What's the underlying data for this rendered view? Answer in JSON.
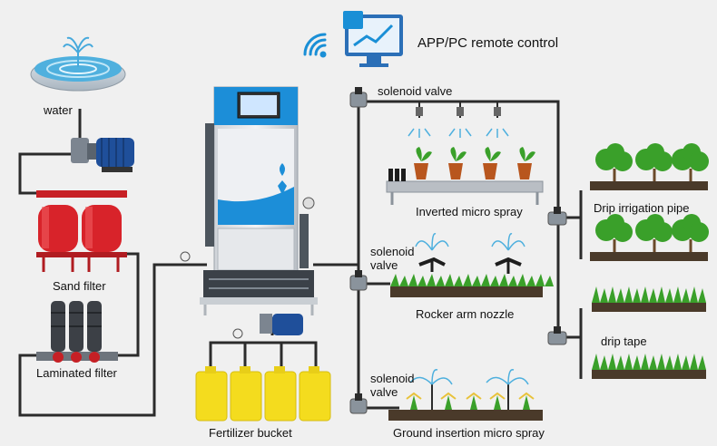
{
  "labels": {
    "app_control": "APP/PC remote control",
    "water": "water",
    "sand_filter": "Sand filter",
    "laminated_filter": "Laminated filter",
    "fertilizer_bucket": "Fertilizer bucket",
    "solenoid_valve_top": "solenoid valve",
    "solenoid_valve_mid": "solenoid valve",
    "solenoid_valve_bottom": "solenoid valve",
    "inverted_micro_spray": "Inverted micro spray",
    "rocker_arm_nozzle": "Rocker arm nozzle",
    "ground_insertion_micro_spray": "Ground insertion micro spray",
    "drip_irrigation_pipe": "Drip irrigation pipe",
    "drip_tape": "drip tape"
  },
  "colors": {
    "pipe": "#2b2b2b",
    "accent_blue": "#1a8fd6",
    "sand_filter_red": "#d8232a",
    "bucket_yellow": "#f4dc1e",
    "pump_blue": "#1f4f9a",
    "plant_green": "#3aa02a"
  },
  "icons": [
    "fountain-icon",
    "wifi-icon",
    "monitor-chart-icon",
    "pump-icon",
    "sand-filter-icon",
    "laminated-filter-icon",
    "controller-cabinet-icon",
    "fertilizer-bucket-icon",
    "solenoid-valve-icon",
    "potted-plant-icon",
    "tree-icon",
    "grass-icon",
    "sprinkler-icon"
  ]
}
